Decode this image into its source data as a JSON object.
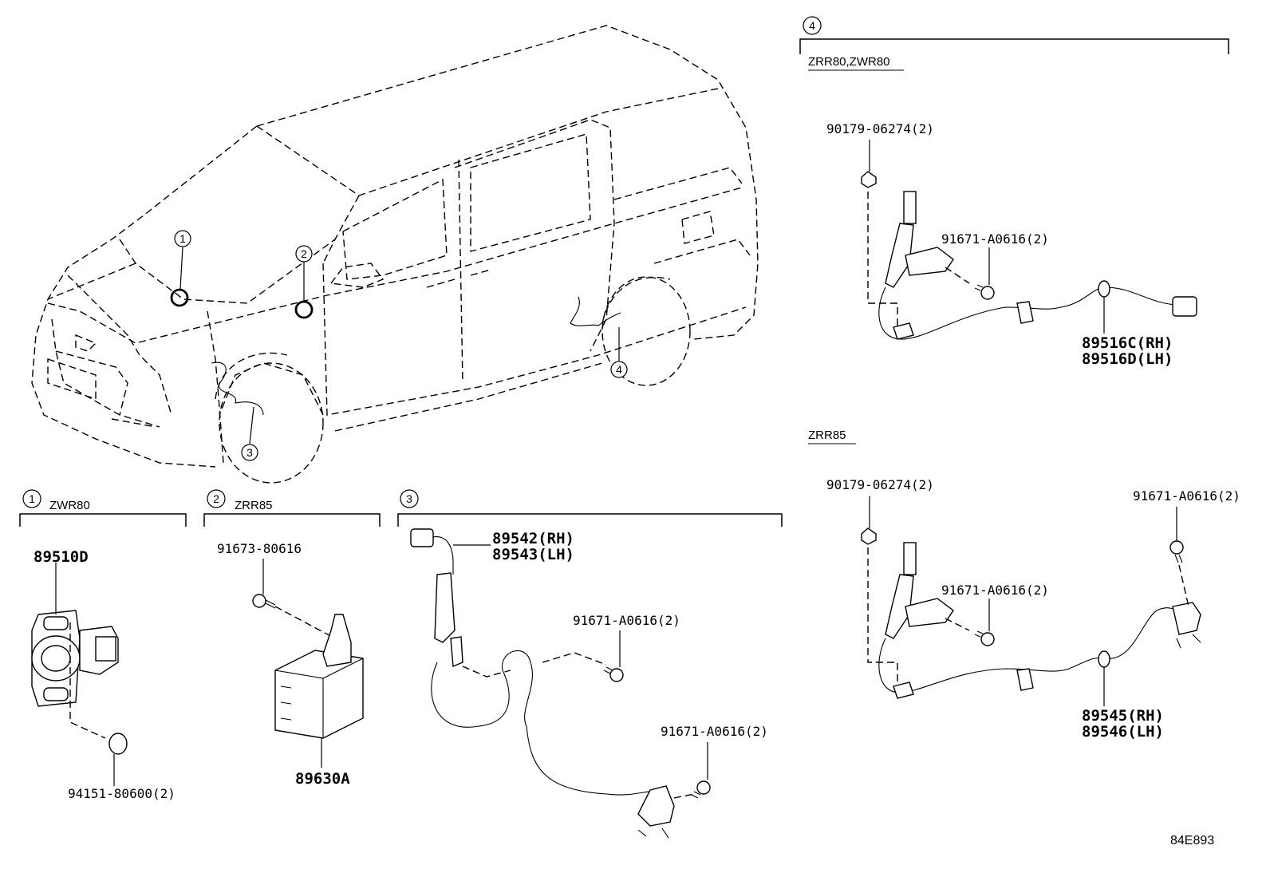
{
  "sections": {
    "s1": {
      "num": "1",
      "model": "ZWR80"
    },
    "s2": {
      "num": "2",
      "model": "ZRR85"
    },
    "s3": {
      "num": "3"
    },
    "s4": {
      "num": "4",
      "model_a": "ZRR80,ZWR80",
      "model_b": "ZRR85"
    }
  },
  "vehicle_callouts": [
    "1",
    "2",
    "3",
    "4"
  ],
  "parts": {
    "p89510D": "89510D",
    "p94151": "94151-80600(2)",
    "p91673": "91673-80616",
    "p89630A": "89630A",
    "p89542": "89542(RH)",
    "p89543": "89543(LH)",
    "p91671_s3a": "91671-A0616(2)",
    "p91671_s3b": "91671-A0616(2)",
    "p90179_a": "90179-06274(2)",
    "p91671_4a": "91671-A0616(2)",
    "p89516C": "89516C(RH)",
    "p89516D": "89516D(LH)",
    "p90179_b": "90179-06274(2)",
    "p91671_4b": "91671-A0616(2)",
    "p91671_4c": "91671-A0616(2)",
    "p89545": "89545(RH)",
    "p89546": "89546(LH)"
  },
  "diagram_ref": "84E893"
}
